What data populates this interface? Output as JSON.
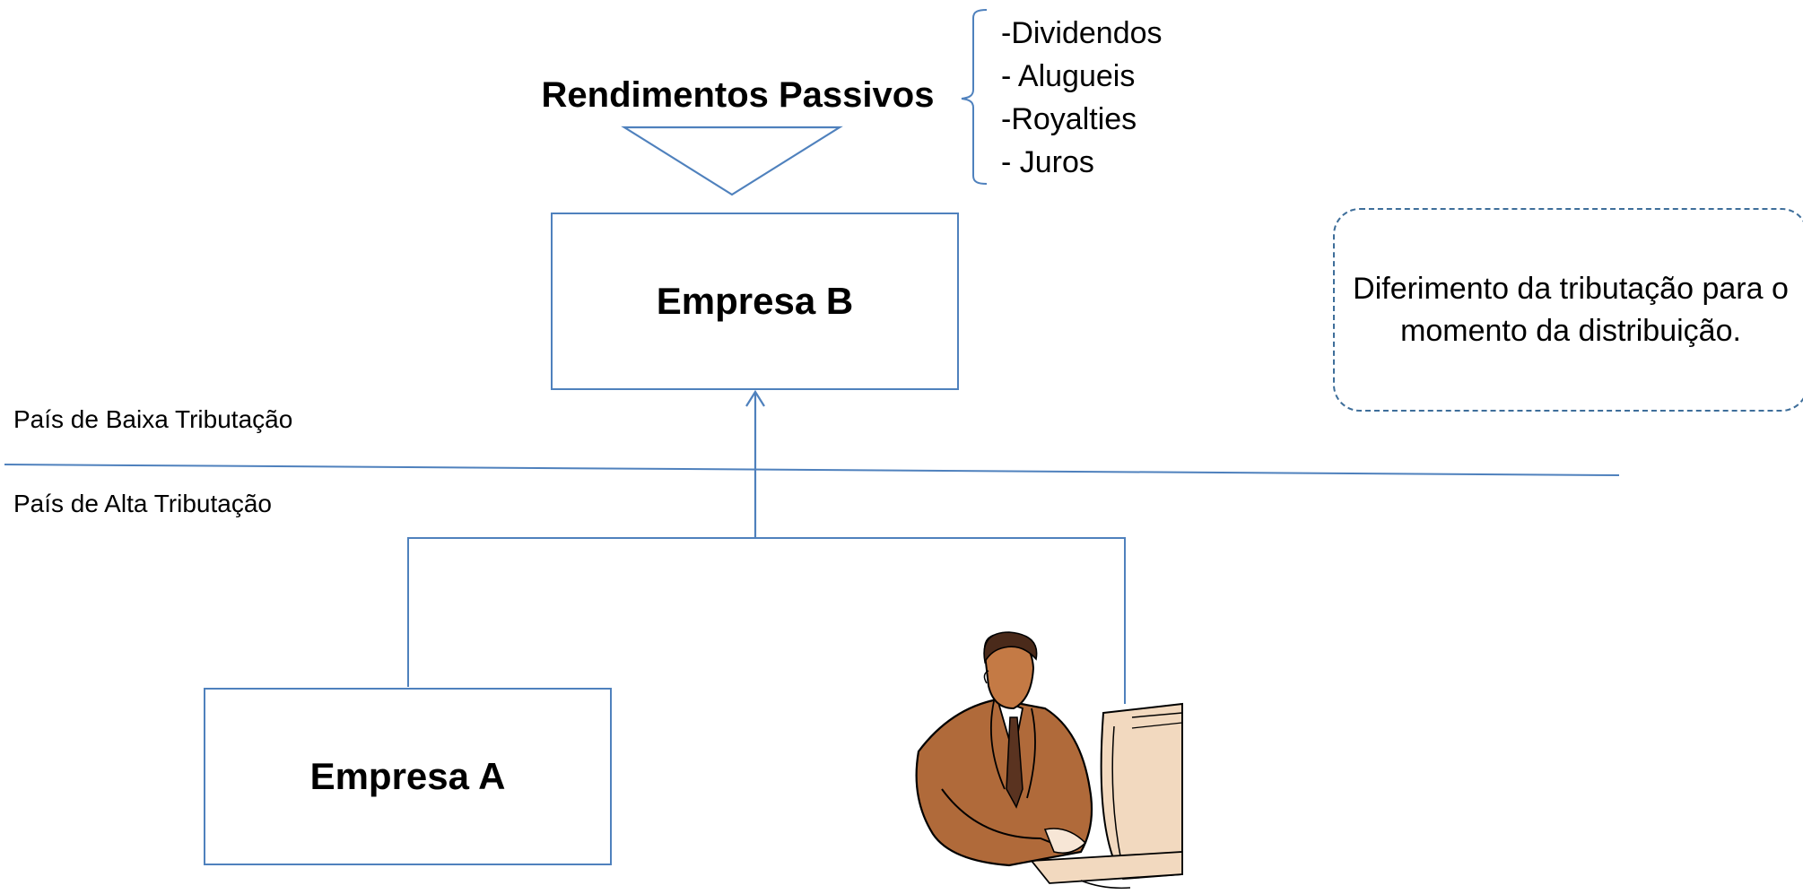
{
  "title": "Rendimentos Passivos",
  "passive_income": {
    "items": [
      "-Dividendos",
      "- Alugueis",
      "-Royalties",
      "- Juros"
    ]
  },
  "company_b": {
    "label": "Empresa B"
  },
  "company_a": {
    "label": "Empresa A"
  },
  "regions": {
    "low_tax": "País de Baixa Tributação",
    "high_tax": "País de Alta Tributação"
  },
  "note": {
    "text": "Diferimento da tributação para o momento da distribuição."
  },
  "colors": {
    "line": "#4f81bd",
    "note_border": "#3e6e9a",
    "text": "#000000",
    "clipart_skin": "#b06a3a",
    "clipart_monitor": "#f2d9bf"
  },
  "icons": {
    "income_flow": "down-triangle-icon",
    "clipart": "businessman-at-computer-clipart"
  }
}
